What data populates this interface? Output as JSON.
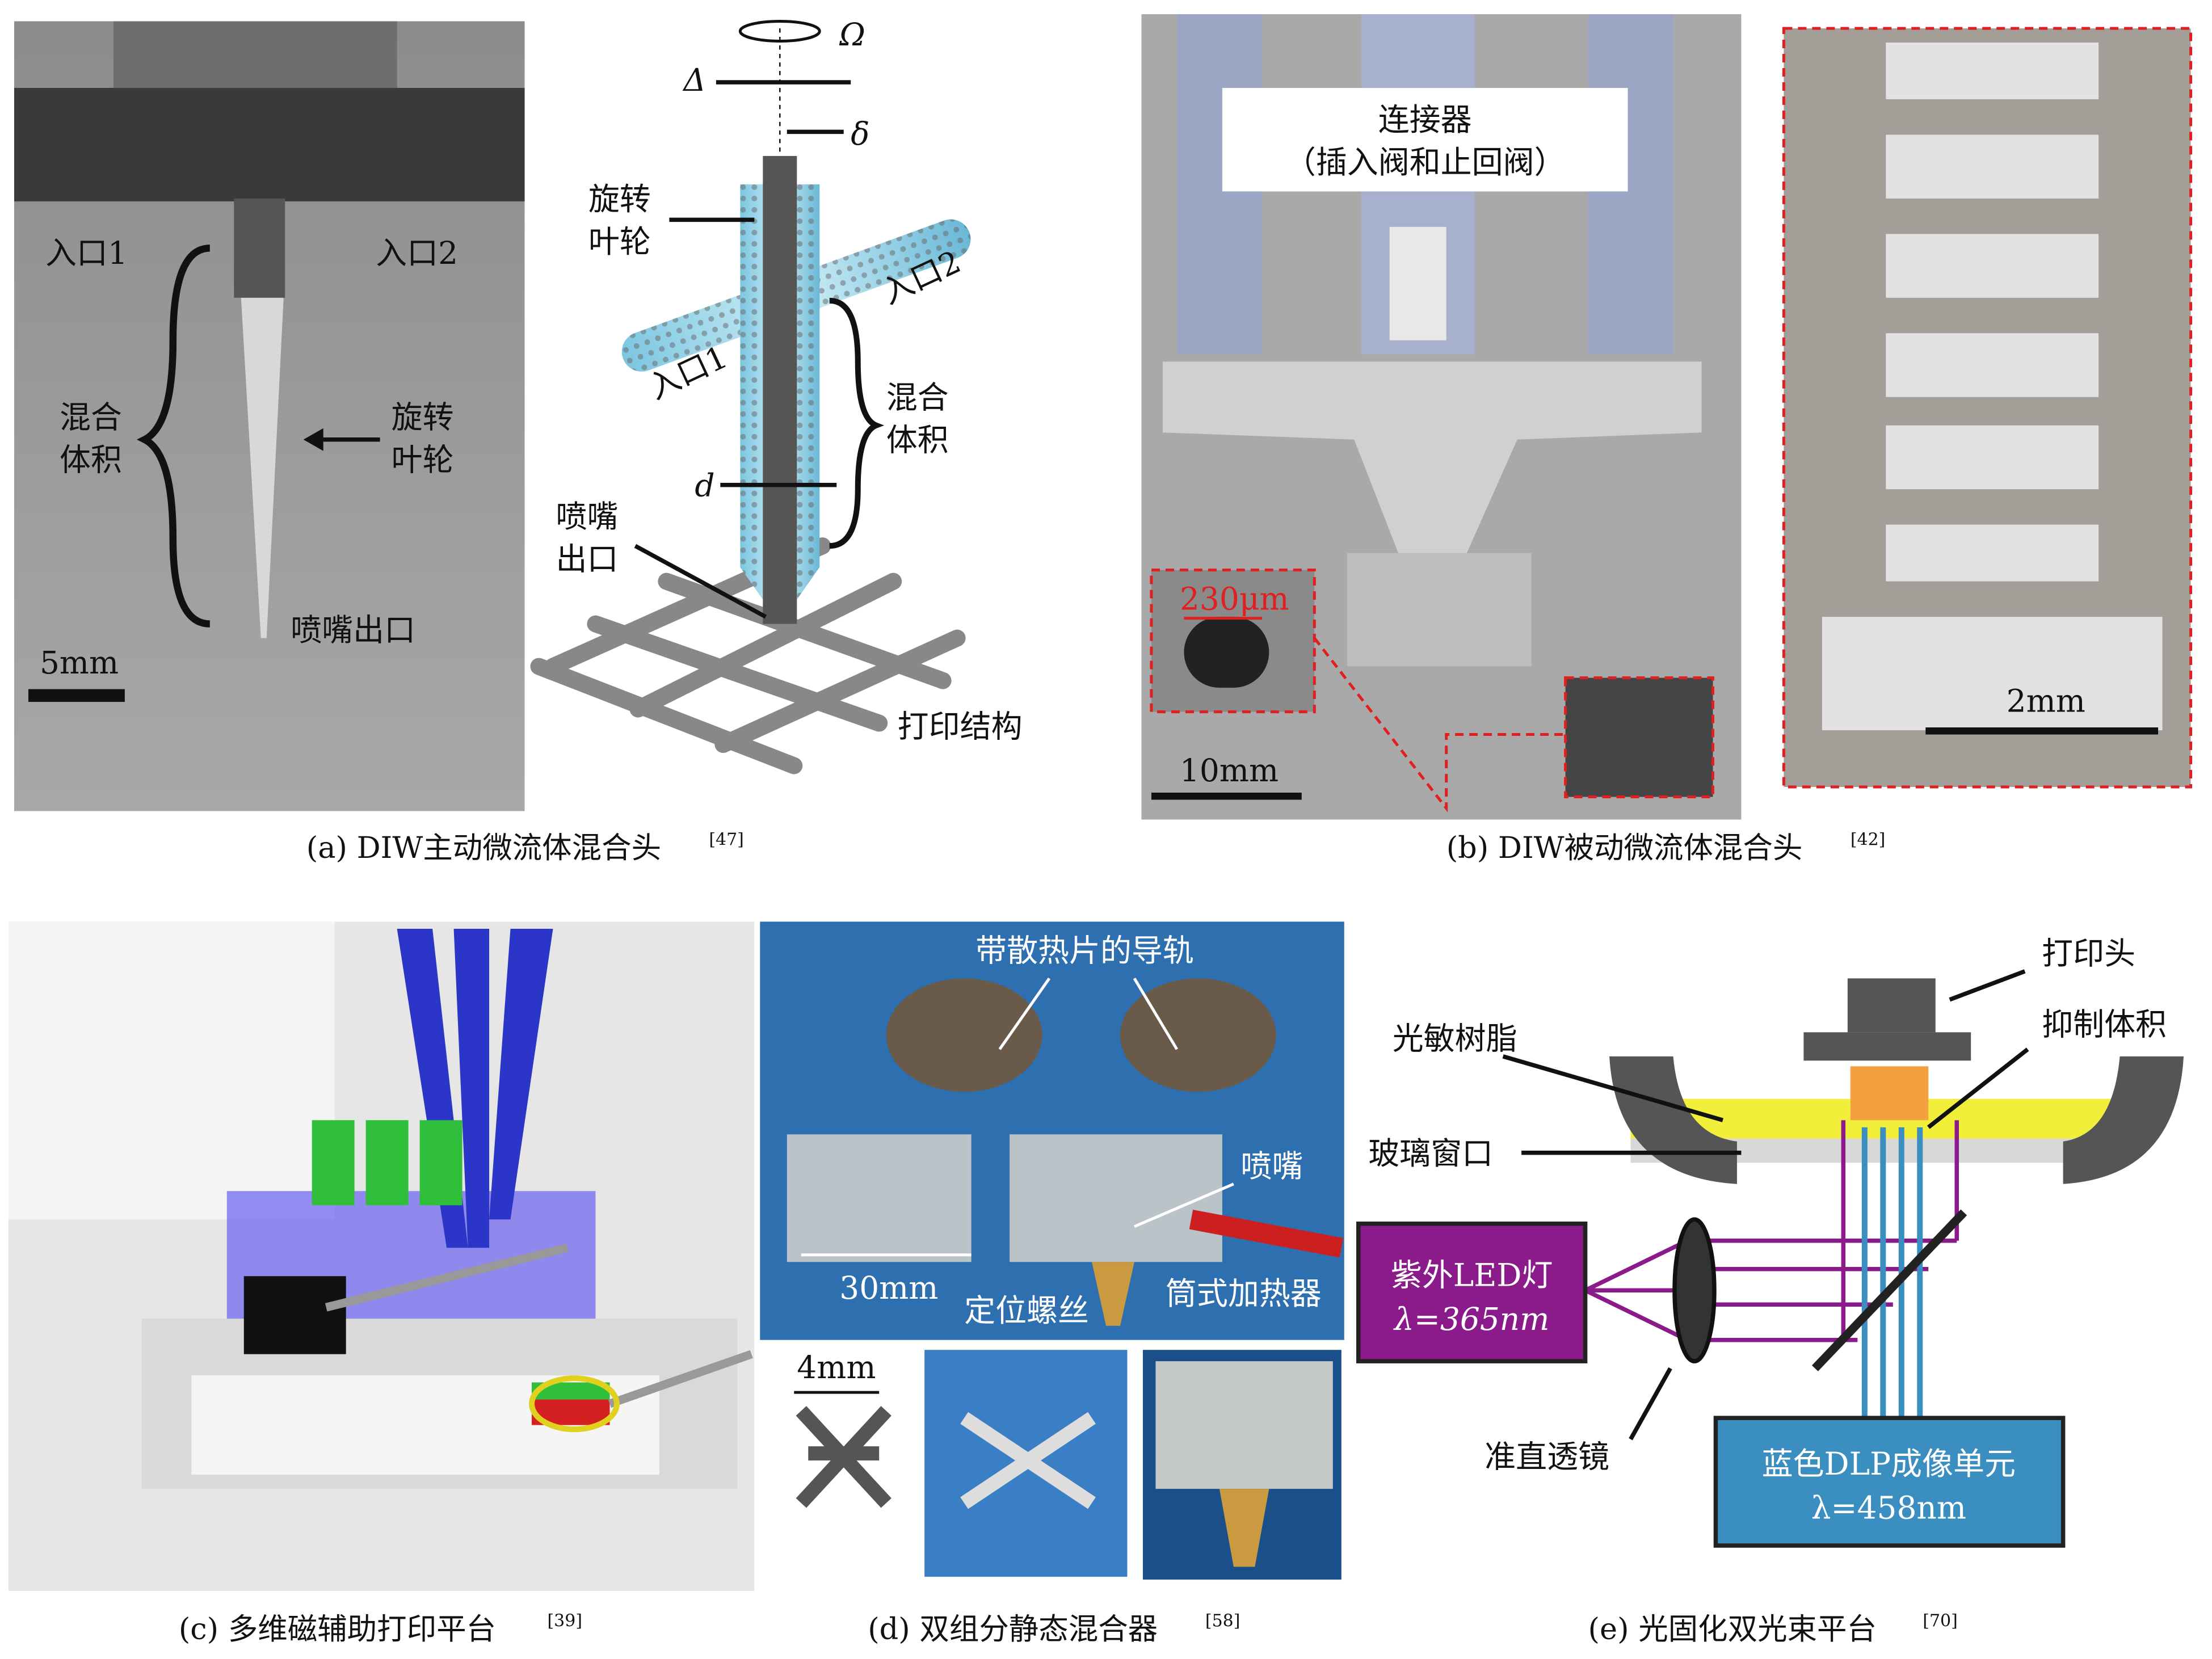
{
  "captions": {
    "a": "(a) DIW主动微流体混合头",
    "a_ref": "[47]",
    "b": "(b) DIW被动微流体混合头",
    "b_ref": "[42]",
    "c": "(c) 多维磁辅助打印平台",
    "c_ref": "[39]",
    "d": "(d) 双组分静态混合器",
    "d_ref": "[58]",
    "e": "(e) 光固化双光束平台",
    "e_ref": "[70]"
  },
  "panel_a": {
    "photo": {
      "inlet1": "入口1",
      "inlet2": "入口2",
      "mix1": "混合",
      "mix2": "体积",
      "rot1": "旋转",
      "rot2": "叶轮",
      "outlet": "喷嘴出口",
      "scale": "5mm"
    },
    "diagram": {
      "omega": "Ω",
      "Delta": "Δ",
      "delta": "δ",
      "rot1": "旋转",
      "rot2": "叶轮",
      "inlet2": "入口2",
      "inlet1": "入口1",
      "mix1": "混合",
      "mix2": "体积",
      "d": "d",
      "nozzle1": "喷嘴",
      "nozzle2": "出口",
      "structure": "打印结构"
    }
  },
  "panel_b": {
    "connector": "连接器",
    "connector_sub": "（插入阀和止回阀）",
    "inset_scale": "230μm",
    "scale": "10mm",
    "right_scale": "2mm"
  },
  "panel_d": {
    "rail": "带散热片的导轨",
    "nozzle": "喷嘴",
    "scale": "30mm",
    "screw": "定位螺丝",
    "heater": "筒式加热器",
    "small_scale": "4mm"
  },
  "panel_e": {
    "head": "打印头",
    "resin": "光敏树脂",
    "inhibit": "抑制体积",
    "glass": "玻璃窗口",
    "lens": "准直透镜",
    "uv1": "紫外LED灯",
    "uv2": "λ=365nm",
    "dlp1": "蓝色DLP成像单元",
    "dlp2": "λ=458nm"
  },
  "colors": {
    "uv": "#8b1a8a",
    "dlp": "#3a8fc0",
    "resin": "#f2ef3a",
    "inhibit": "#f5a040",
    "red_marker": "#e02020"
  }
}
